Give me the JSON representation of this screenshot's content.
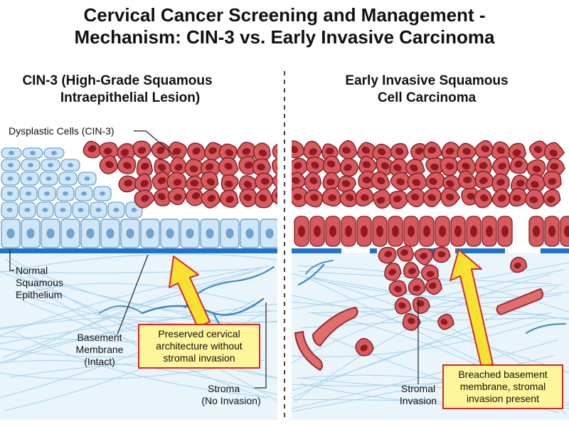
{
  "title": {
    "line1": "Cervical Cancer Screening and Management -",
    "line2": "Mechanism: CIN-3 vs. Early Invasive Carcinoma"
  },
  "left_panel": {
    "heading_line1": "CIN-3 (High-Grade Squamous",
    "heading_line2": "Intraepithelial Lesion)",
    "label_dysplastic": "Dysplastic Cells (CIN-3)",
    "label_normal": [
      "Normal",
      "Squamous",
      "Epithelium"
    ],
    "label_basement": [
      "Basement",
      "Membrane",
      "(Intact)"
    ],
    "label_stroma": [
      "Stroma",
      "(No Invasion)"
    ],
    "callout": [
      "Preserved cervical",
      "architecture without",
      "stromal invasion"
    ]
  },
  "right_panel": {
    "heading_line1": "Early Invasive Squamous",
    "heading_line2": "Cell Carcinoma",
    "label_stromal": [
      "Stromal",
      "Invasion"
    ],
    "callout": [
      "Breached basement",
      "membrane, stromal",
      "invasion present"
    ]
  },
  "colors": {
    "stroma_bg": "#e9f4fb",
    "fiber": "#a9d3ea",
    "vessel": "#3a87c2",
    "basement": "#1f73c8",
    "normal_cell": "#cfe6f7",
    "normal_outline": "#5f93bf",
    "normal_nucleus": "#6fa4d6",
    "dysplastic_cell": "#d85a5e",
    "dysplastic_outline": "#7b1f24",
    "dysplastic_nucleus": "#8e1b22",
    "callout_fill": "#fff59a",
    "callout_border": "#d62828",
    "arrow": "#f7e233"
  }
}
